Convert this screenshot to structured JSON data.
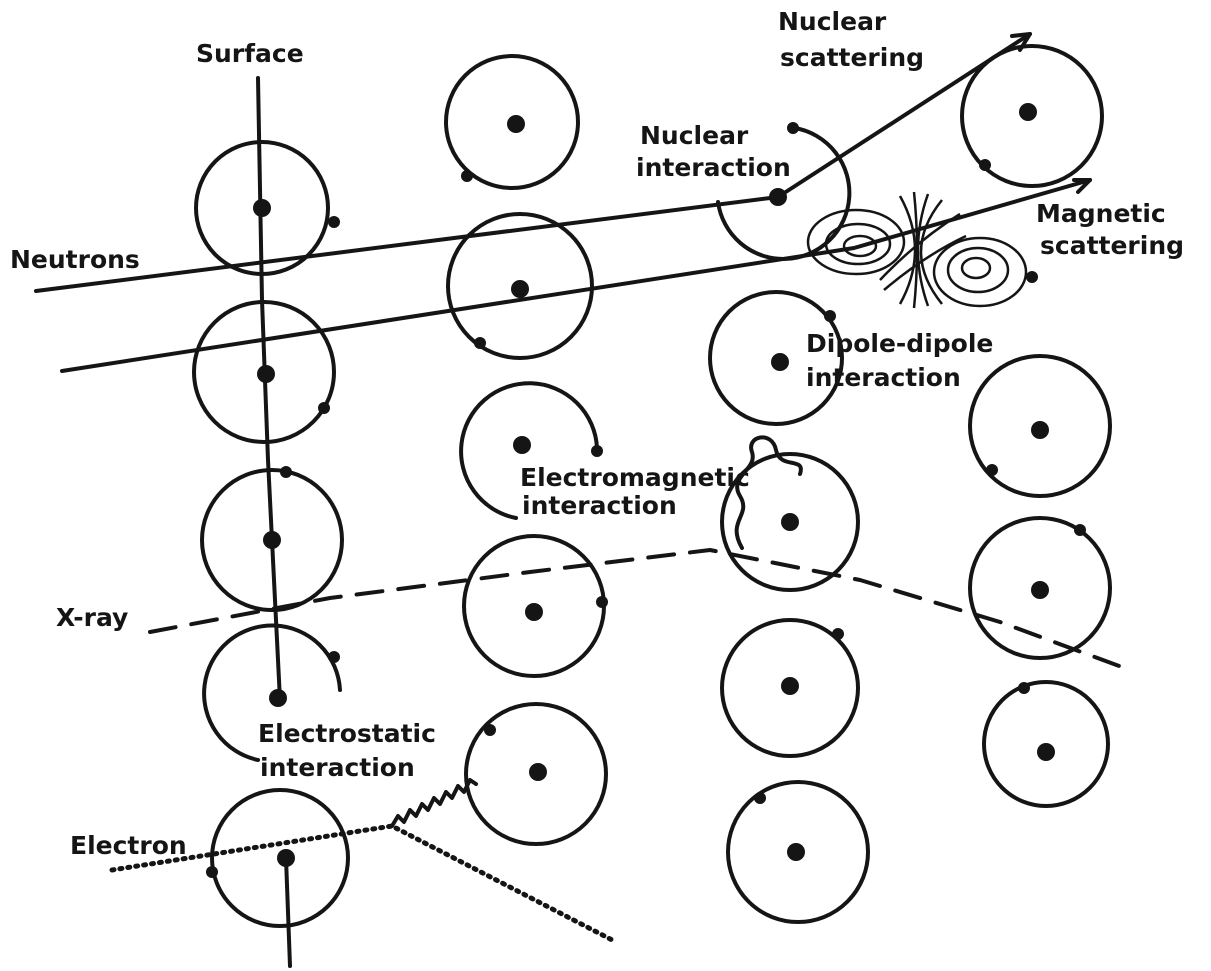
{
  "labels": {
    "surface": "Surface",
    "neutrons": "Neutrons",
    "xray": "X-ray",
    "electron": "Electron",
    "nuclear_scattering_1": "Nuclear",
    "nuclear_scattering_2": "scattering",
    "nuclear_interaction_1": "Nuclear",
    "nuclear_interaction_2": "interaction",
    "magnetic_scattering_1": "Magnetic",
    "magnetic_scattering_2": "scattering",
    "dipole_1": "Dipole-dipole",
    "dipole_2": "interaction",
    "em_1": "Electromagnetic",
    "em_2": "interaction",
    "es_1": "Electrostatic",
    "es_2": "interaction"
  },
  "colors": {
    "ink": "#151515",
    "background": "#ffffff"
  }
}
